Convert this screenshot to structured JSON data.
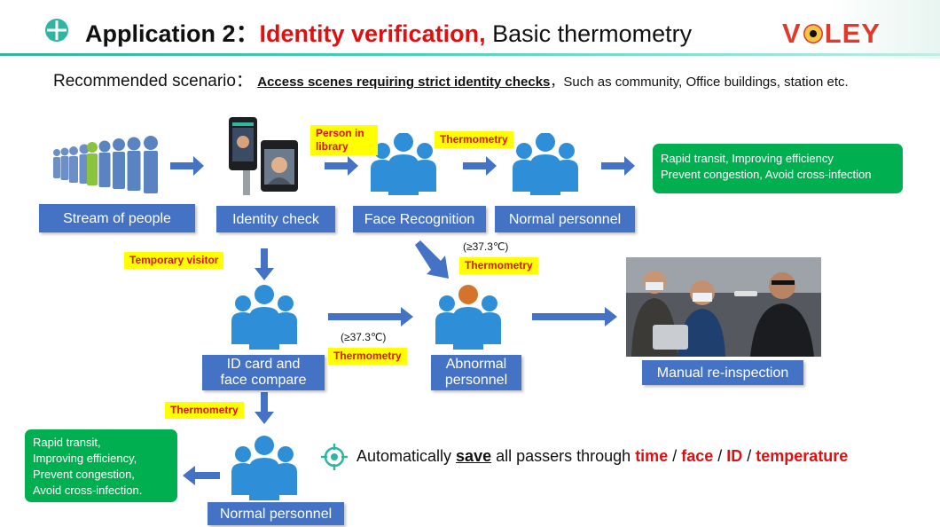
{
  "header": {
    "title_app": "Application 2",
    "title_sep": "：",
    "title_red": "Identity verification,",
    "title_rest": " Basic thermometry",
    "logo_before": "V",
    "logo_after": "LEY"
  },
  "scenario": {
    "label": "Recommended scenario：",
    "bold": "Access scenes requiring strict identity checks",
    "rest": "，Such as community, Office buildings, station etc."
  },
  "boxes": {
    "stream": "Stream of people",
    "identity": "Identity check",
    "face_recognition": "Face Recognition",
    "normal_top": "Normal personnel",
    "id_card_line1": "ID card and",
    "id_card_line2": "face compare",
    "abnormal_line1": "Abnormal",
    "abnormal_line2": "personnel",
    "manual": "Manual re-inspection",
    "normal_bottom": "Normal personnel"
  },
  "labels": {
    "person_line1": "Person in",
    "person_line2": "library",
    "thermometry": "Thermometry",
    "temporary_visitor": "Temporary visitor",
    "temp_threshold": "(≥37.3℃)"
  },
  "green": {
    "top_line1": "Rapid transit, Improving efficiency",
    "top_line2": "Prevent congestion, Avoid cross-infection",
    "bottom_line1": "Rapid transit,",
    "bottom_line2": "Improving efficiency,",
    "bottom_line3": "Prevent congestion,",
    "bottom_line4": "Avoid cross-infection."
  },
  "save": {
    "pre": "Automatically ",
    "bold": "save",
    "mid": " all passers through ",
    "time": "time",
    "sep": " / ",
    "face": "face",
    "id": "ID",
    "temperature": "temperature"
  },
  "colors": {
    "accent_blue": "#4472c4",
    "person_blue": "#2e8fd8",
    "abnormal_orange": "#d4732a",
    "green": "#00b050",
    "label_yellow": "#ffff00",
    "label_red": "#e01010",
    "teal": "#2fb5a0"
  },
  "icons": [
    "crosshair-logo-icon",
    "people-queue-icon",
    "identity-terminal-icon",
    "person-group-icon",
    "abnormal-person-group-icon",
    "target-icon",
    "arrow-icon"
  ]
}
